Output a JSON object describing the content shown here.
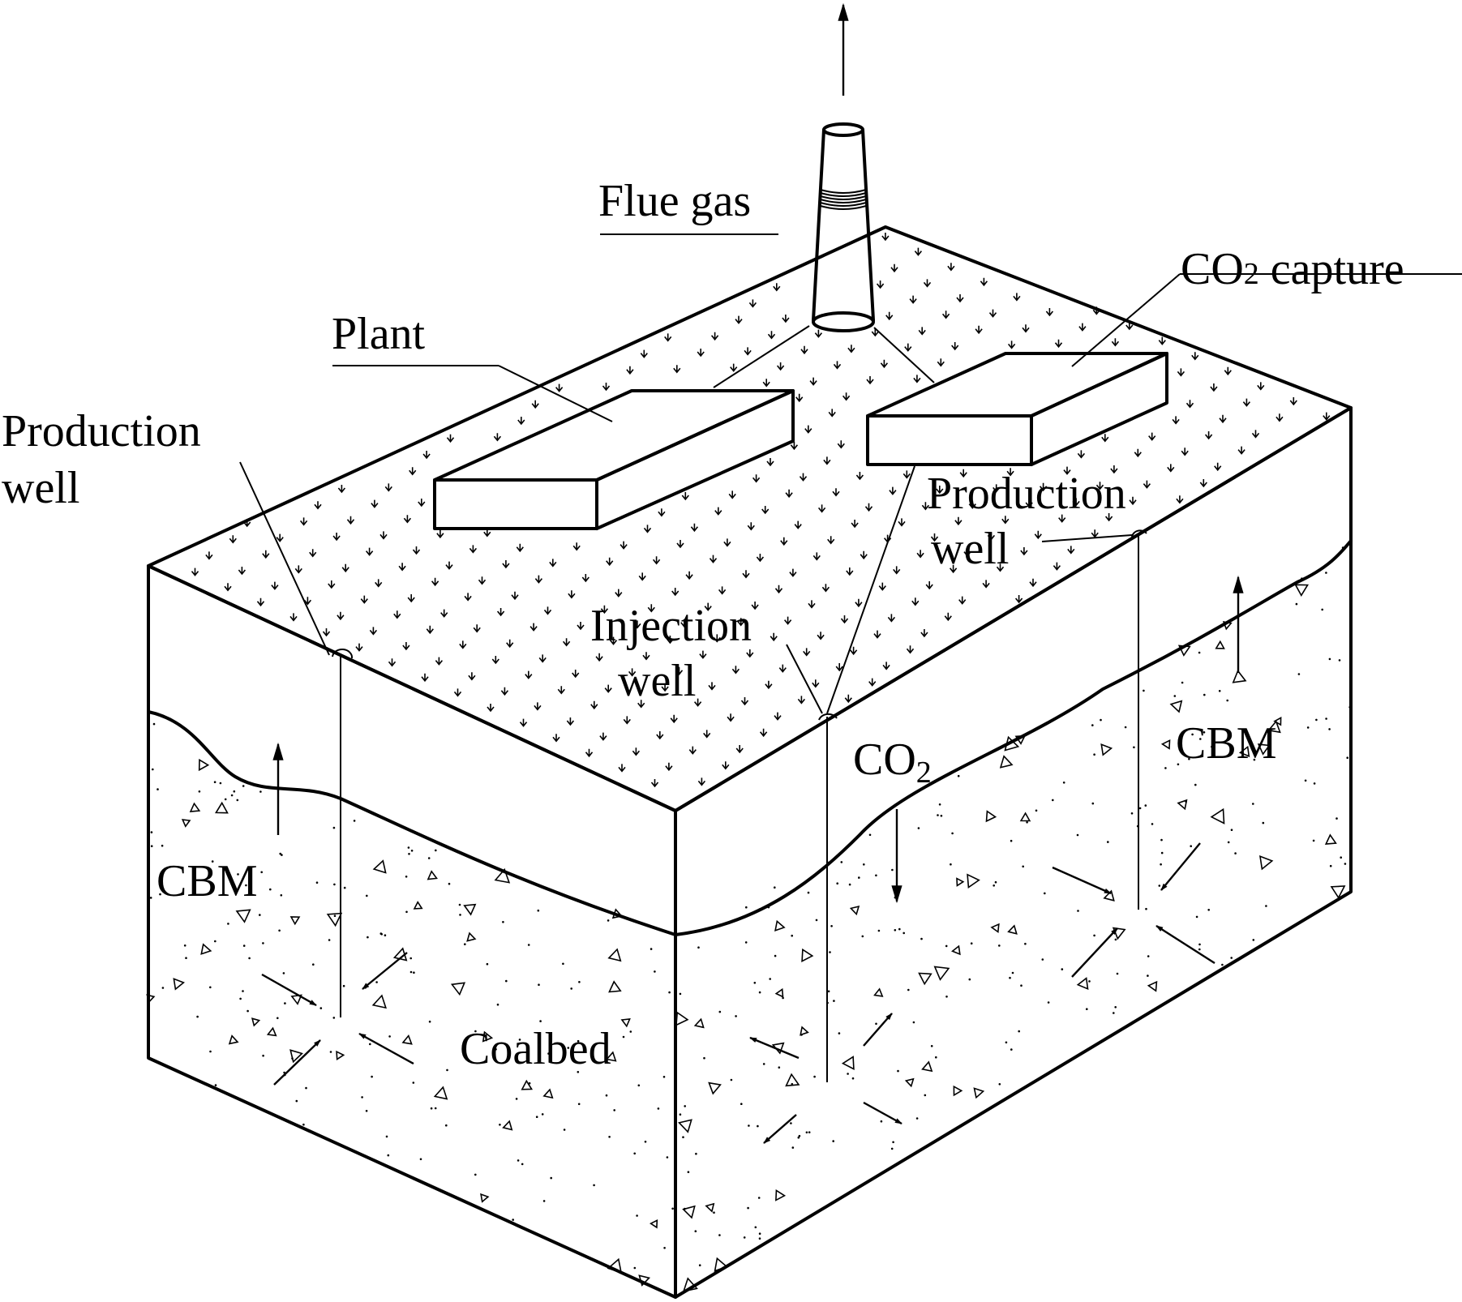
{
  "labels": {
    "flue_gas": "Flue gas",
    "co2_capture_prefix": "CO",
    "co2_capture_sub": "2",
    "co2_capture_suffix": " capture",
    "plant": "Plant",
    "production_well_left_line1": "Production",
    "production_well_left_line2": "well",
    "production_well_right_line1": "Production",
    "production_well_right_line2": "well",
    "injection_well_line1": "Injection",
    "injection_well_line2": "well",
    "co2_prefix": "CO",
    "co2_sub": "2",
    "cbm_left": "CBM",
    "cbm_right": "CBM",
    "coalbed": "Coalbed"
  }
}
